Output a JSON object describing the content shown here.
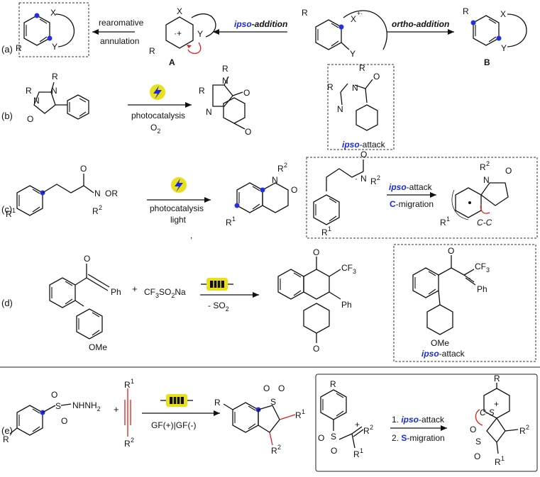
{
  "labels": {
    "a": "(a)",
    "b": "(b)",
    "c": "(c)",
    "d": "(d)",
    "e": "(e)"
  },
  "row_a": {
    "arrow_left_top": "rearomative",
    "arrow_left_bottom": "annulation",
    "ipso_word": "ipso",
    "ipso_rest": "-addition",
    "ortho_word": "ortho",
    "ortho_rest": "-addition",
    "label_A": "A",
    "label_B": "B"
  },
  "row_b": {
    "photocatalysis": "photocatalysis",
    "o2": "O",
    "o2_sub": "2",
    "ipso_word": "ipso",
    "ipso_rest": "-attack"
  },
  "row_c": {
    "photocatalysis": "photocatalysis",
    "light": "light",
    "ipso_word": "ipso",
    "ipso_rest": "-attack",
    "c_letter": "C",
    "c_rest": "-migration",
    "cc_label": "C-C"
  },
  "row_d": {
    "reagent": "CF",
    "reagent_sub1": "3",
    "reagent_mid": "SO",
    "reagent_sub2": "2",
    "reagent_end": "Na",
    "minus_so2": "- SO",
    "so2_sub": "2",
    "cf3": "CF",
    "cf3_sub": "3",
    "ph": "Ph",
    "ome": "OMe",
    "ipso_word": "ipso",
    "ipso_rest": "-attack"
  },
  "row_e": {
    "hydrazide": "NHNH",
    "hydrazide_sub": "2",
    "conditions": "GF(+)|GF(-)",
    "step1_num": "1. ",
    "step1_word": "ipso",
    "step1_rest": "-attack",
    "step2_num": "2. ",
    "step2_letter": "S",
    "step2_rest": "-migration",
    "cs_label": "C-S"
  },
  "colors": {
    "blue": "#1a2ad8",
    "red": "#e0201b",
    "yellow": "#e8e01a",
    "dot": "#2430e0"
  }
}
